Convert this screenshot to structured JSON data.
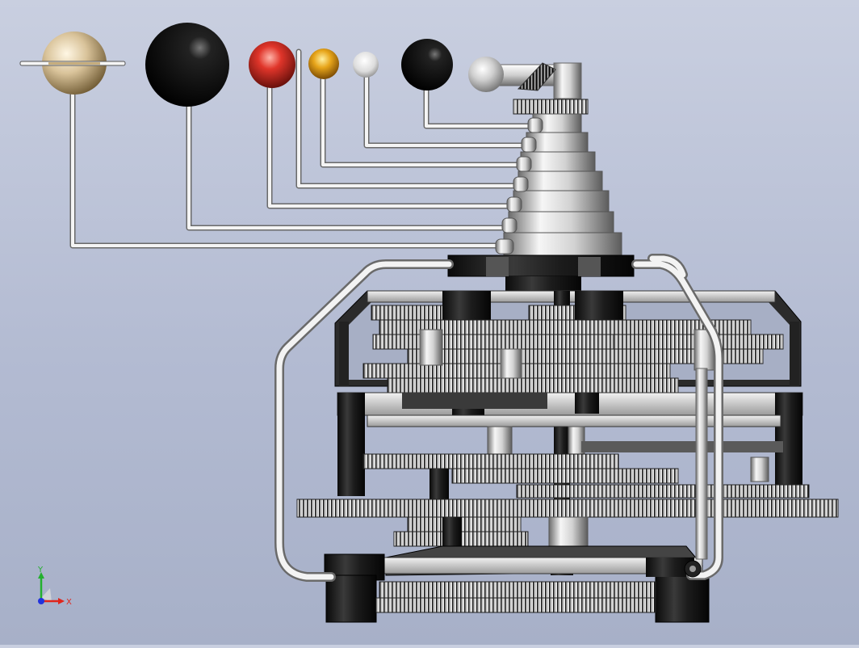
{
  "viewport": {
    "model": "orrery-assembly",
    "background_top": "#c9cfe0",
    "background_bottom": "#a7b0c8"
  },
  "triad": {
    "x_label": "X",
    "y_label": "Y",
    "x_color": "#e0261c",
    "y_color": "#23b02e",
    "z_color": "#2233dd"
  },
  "planets": [
    {
      "name": "saturn",
      "color": "#d9c39a"
    },
    {
      "name": "jupiter",
      "color": "#111111"
    },
    {
      "name": "mars",
      "color": "#e0352a"
    },
    {
      "name": "venus",
      "color": "#e7a51a"
    },
    {
      "name": "mercury",
      "color": "#e6e6e6"
    },
    {
      "name": "earth",
      "color": "#111111"
    },
    {
      "name": "sun",
      "color": "#d8d8d8"
    }
  ]
}
